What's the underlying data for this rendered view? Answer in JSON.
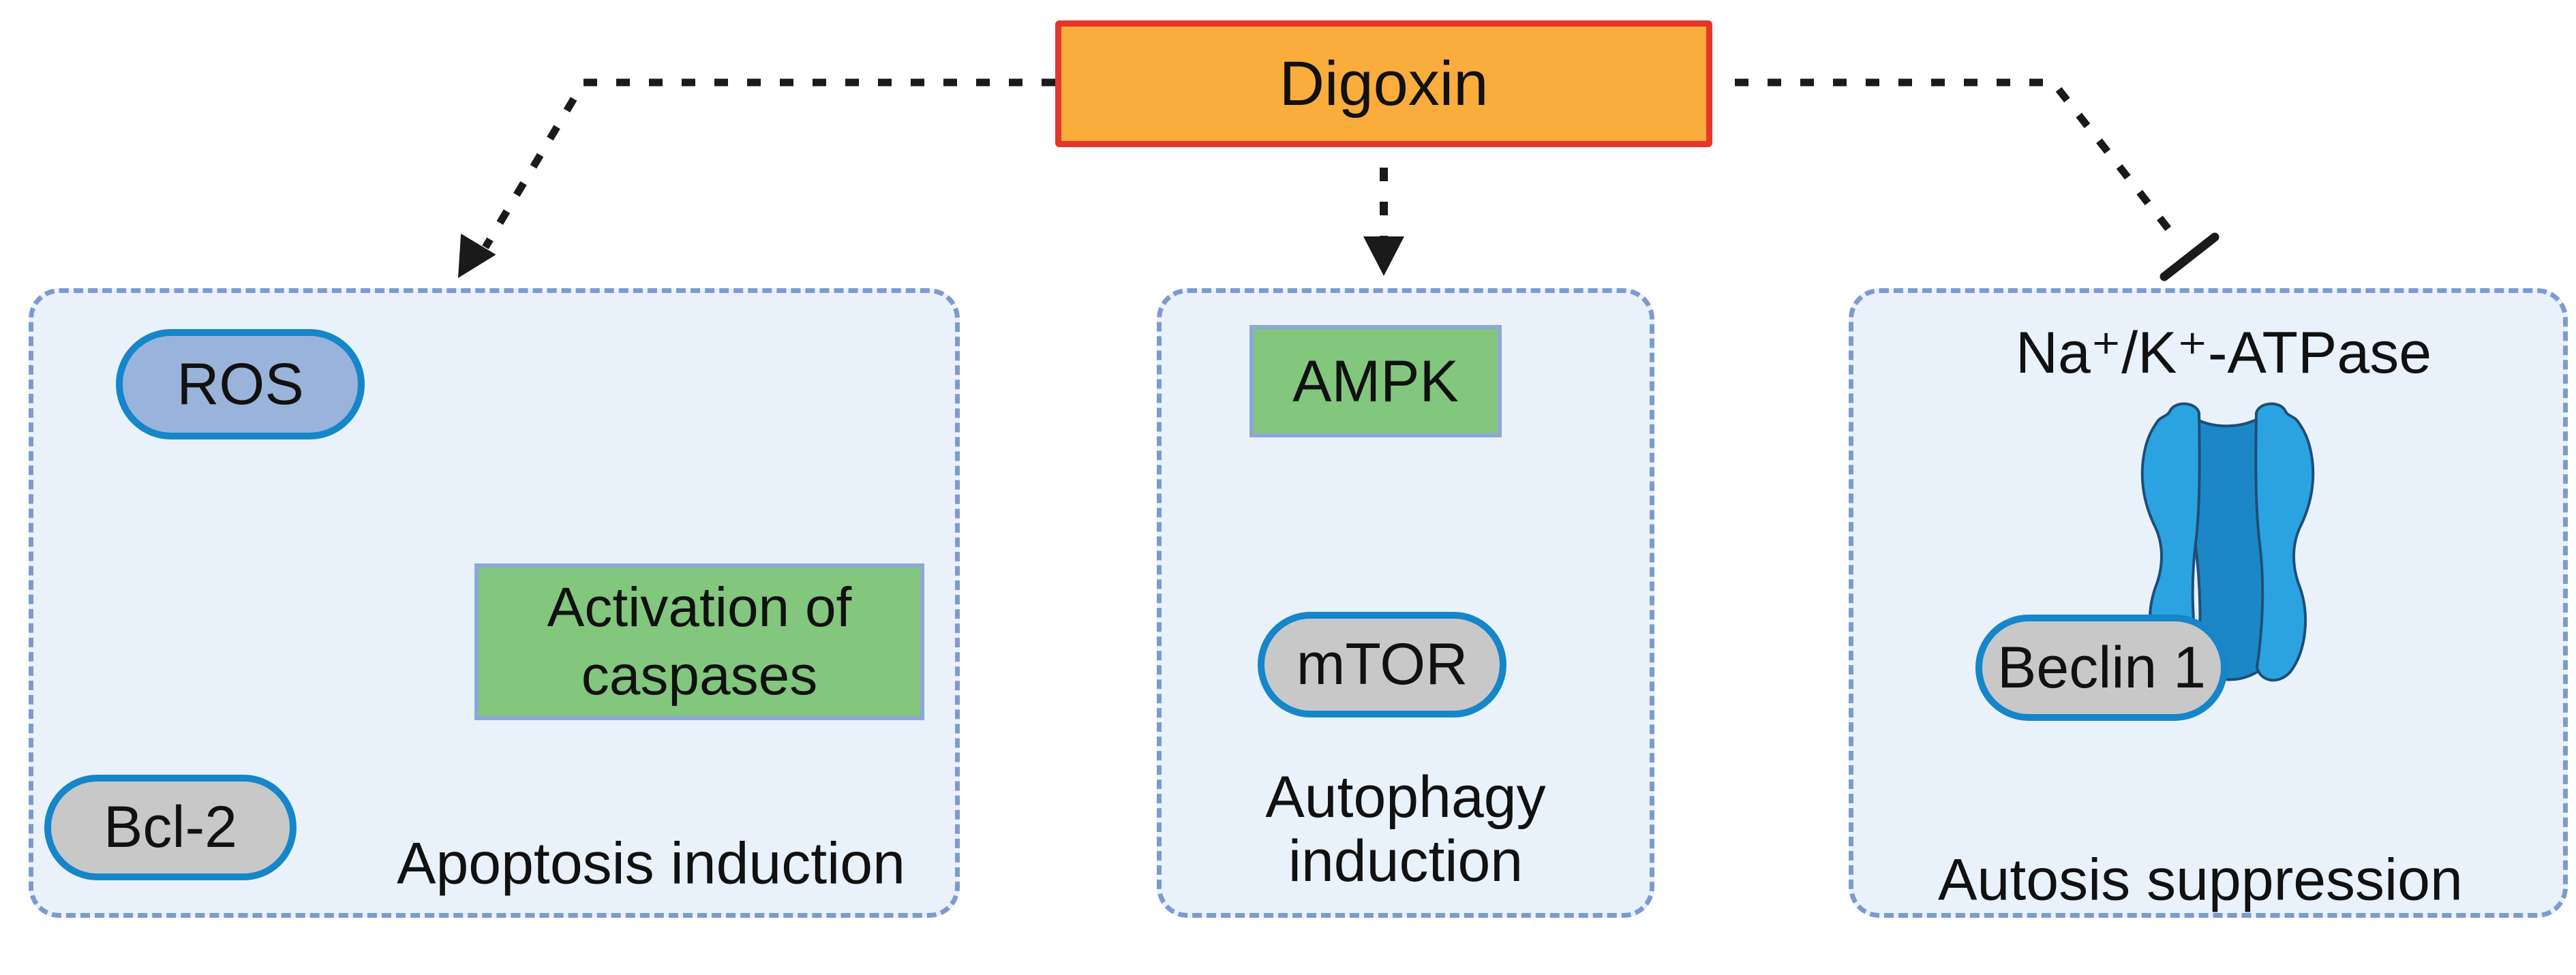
{
  "digoxin": {
    "label": "Digoxin"
  },
  "panels": {
    "apoptosis": {
      "title": "Apoptosis induction",
      "ros_label": "ROS",
      "caspases_line1": "Activation of",
      "caspases_line2": "caspases",
      "bcl2_label": "Bcl-2"
    },
    "autophagy": {
      "title_line1": "Autophagy",
      "title_line2": "induction",
      "ampk_label": "AMPK",
      "mtor_label": "mTOR"
    },
    "autosis": {
      "title": "Autosis suppression",
      "atpase_label": "Na⁺/K⁺-ATPase",
      "beclin_label": "Beclin 1"
    }
  },
  "colors": {
    "digoxin_fill": "#FAAC3D",
    "digoxin_border": "#E6352B",
    "panel_fill": "#E9F1FB",
    "panel_border": "#7D9AD0",
    "node_border_blue": "#1486C9",
    "ros_fill": "#9AB3DB",
    "gray_fill": "#C8C8C8",
    "green_fill": "#82C77D",
    "green_border": "#8EA7DA",
    "pump_light": "#2BA3E1",
    "pump_dark": "#1C87C7",
    "arrow_color": "#1A1A1A"
  }
}
